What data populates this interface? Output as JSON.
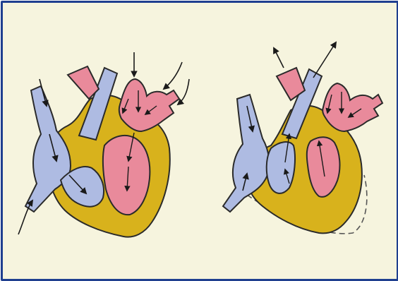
{
  "figure": {
    "panels": [
      {
        "id": "left",
        "phase": "atria-filling"
      },
      {
        "id": "right",
        "phase": "ventricles-ejecting"
      }
    ],
    "colors": {
      "background": "#f6f4de",
      "border": "#1f3f8f",
      "muscle": "#d8b21c",
      "deoxygenated": "#aebbe2",
      "oxygenated": "#e98a9b",
      "outline": "#2a2a2a"
    }
  }
}
